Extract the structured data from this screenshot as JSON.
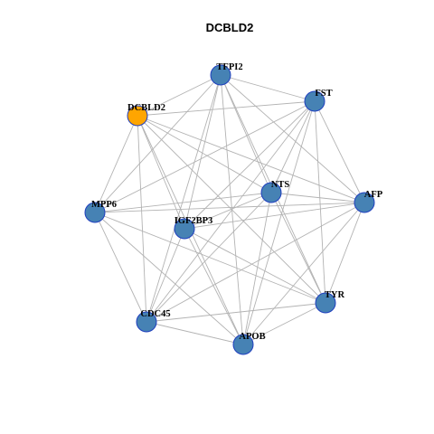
{
  "title": "DCBLD2",
  "colors": {
    "node_fill": "#4682b4",
    "highlight_fill": "#ffa500",
    "node_stroke": "#1f3fbf",
    "edge": "#b3b3b3"
  },
  "nodes": [
    {
      "id": "TFPI2",
      "label": "TFPI2",
      "highlight": false
    },
    {
      "id": "FST",
      "label": "FST",
      "highlight": false
    },
    {
      "id": "DCBLD2",
      "label": "DCBLD2",
      "highlight": true
    },
    {
      "id": "NTS",
      "label": "NTS",
      "highlight": false
    },
    {
      "id": "AFP",
      "label": "AFP",
      "highlight": false
    },
    {
      "id": "MPP6",
      "label": "MPP6",
      "highlight": false
    },
    {
      "id": "IGF2BP3",
      "label": "IGF2BP3",
      "highlight": false
    },
    {
      "id": "TYR",
      "label": "TYR",
      "highlight": false
    },
    {
      "id": "CDC45",
      "label": "CDC45",
      "highlight": false
    },
    {
      "id": "APOB",
      "label": "APOB",
      "highlight": false
    }
  ],
  "edges": [
    [
      "TFPI2",
      "FST"
    ],
    [
      "TFPI2",
      "DCBLD2"
    ],
    [
      "TFPI2",
      "NTS"
    ],
    [
      "TFPI2",
      "AFP"
    ],
    [
      "TFPI2",
      "MPP6"
    ],
    [
      "TFPI2",
      "IGF2BP3"
    ],
    [
      "TFPI2",
      "TYR"
    ],
    [
      "TFPI2",
      "CDC45"
    ],
    [
      "TFPI2",
      "APOB"
    ],
    [
      "FST",
      "DCBLD2"
    ],
    [
      "FST",
      "NTS"
    ],
    [
      "FST",
      "AFP"
    ],
    [
      "FST",
      "MPP6"
    ],
    [
      "FST",
      "IGF2BP3"
    ],
    [
      "FST",
      "TYR"
    ],
    [
      "FST",
      "CDC45"
    ],
    [
      "FST",
      "APOB"
    ],
    [
      "DCBLD2",
      "NTS"
    ],
    [
      "DCBLD2",
      "AFP"
    ],
    [
      "DCBLD2",
      "MPP6"
    ],
    [
      "DCBLD2",
      "IGF2BP3"
    ],
    [
      "DCBLD2",
      "TYR"
    ],
    [
      "DCBLD2",
      "CDC45"
    ],
    [
      "DCBLD2",
      "APOB"
    ],
    [
      "NTS",
      "AFP"
    ],
    [
      "NTS",
      "MPP6"
    ],
    [
      "NTS",
      "IGF2BP3"
    ],
    [
      "NTS",
      "TYR"
    ],
    [
      "NTS",
      "CDC45"
    ],
    [
      "NTS",
      "APOB"
    ],
    [
      "AFP",
      "MPP6"
    ],
    [
      "AFP",
      "IGF2BP3"
    ],
    [
      "AFP",
      "TYR"
    ],
    [
      "AFP",
      "CDC45"
    ],
    [
      "AFP",
      "APOB"
    ],
    [
      "MPP6",
      "TYR"
    ],
    [
      "MPP6",
      "CDC45"
    ],
    [
      "MPP6",
      "APOB"
    ],
    [
      "IGF2BP3",
      "TYR"
    ],
    [
      "IGF2BP3",
      "CDC45"
    ],
    [
      "IGF2BP3",
      "APOB"
    ],
    [
      "TYR",
      "CDC45"
    ],
    [
      "TYR",
      "APOB"
    ],
    [
      "CDC45",
      "APOB"
    ]
  ]
}
